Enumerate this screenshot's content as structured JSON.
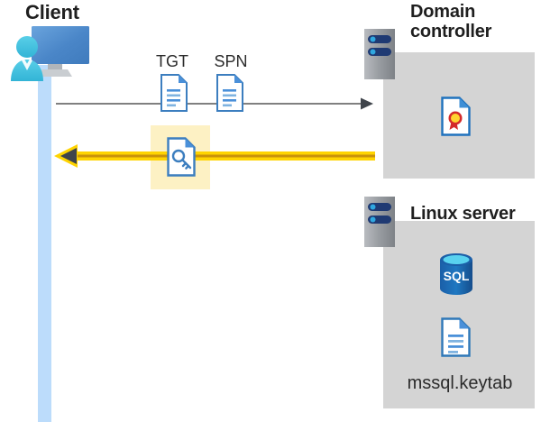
{
  "diagram": {
    "type": "kerberos-authentication-flow",
    "client": {
      "label": "Client",
      "icon": "client-workstation-icon",
      "lifeline_color": "#bcdcfb"
    },
    "domain_controller": {
      "label": "Domain controller",
      "server_icon": "server-rack-icon",
      "panel_color": "#d4d4d4",
      "contents": [
        {
          "name": "certificate-document-icon",
          "label": ""
        }
      ]
    },
    "linux_server": {
      "label": "Linux server",
      "server_icon": "server-rack-icon",
      "panel_color": "#d4d4d4",
      "contents": [
        {
          "name": "sql-database-icon",
          "label": "SQL"
        },
        {
          "name": "keytab-document-icon",
          "label": "mssql.keytab"
        }
      ]
    },
    "messages": [
      {
        "id": "request",
        "direction": "client-to-domain-controller",
        "style": "thin-gray-arrow",
        "color": "#808080",
        "artifacts": [
          {
            "label": "TGT",
            "icon": "document-icon"
          },
          {
            "label": "SPN",
            "icon": "document-icon"
          }
        ]
      },
      {
        "id": "response",
        "direction": "domain-controller-to-client",
        "style": "thick-yellow-arrow",
        "color": "#ffd400",
        "highlight_color": "#fdf1c4",
        "artifacts": [
          {
            "label": "",
            "icon": "key-document-icon"
          }
        ]
      }
    ],
    "colors": {
      "panel_gray": "#d4d4d4",
      "arrow_yellow": "#ffd400",
      "arrow_gray": "#808080",
      "highlight_yellow": "#fdf1c4",
      "doc_blue": "#4a90d9",
      "sql_blue": "#1f6fb5",
      "client_blue": "#4f8fd0",
      "person_cyan": "#41bfdd",
      "text_dark": "#1f1f1f"
    }
  }
}
